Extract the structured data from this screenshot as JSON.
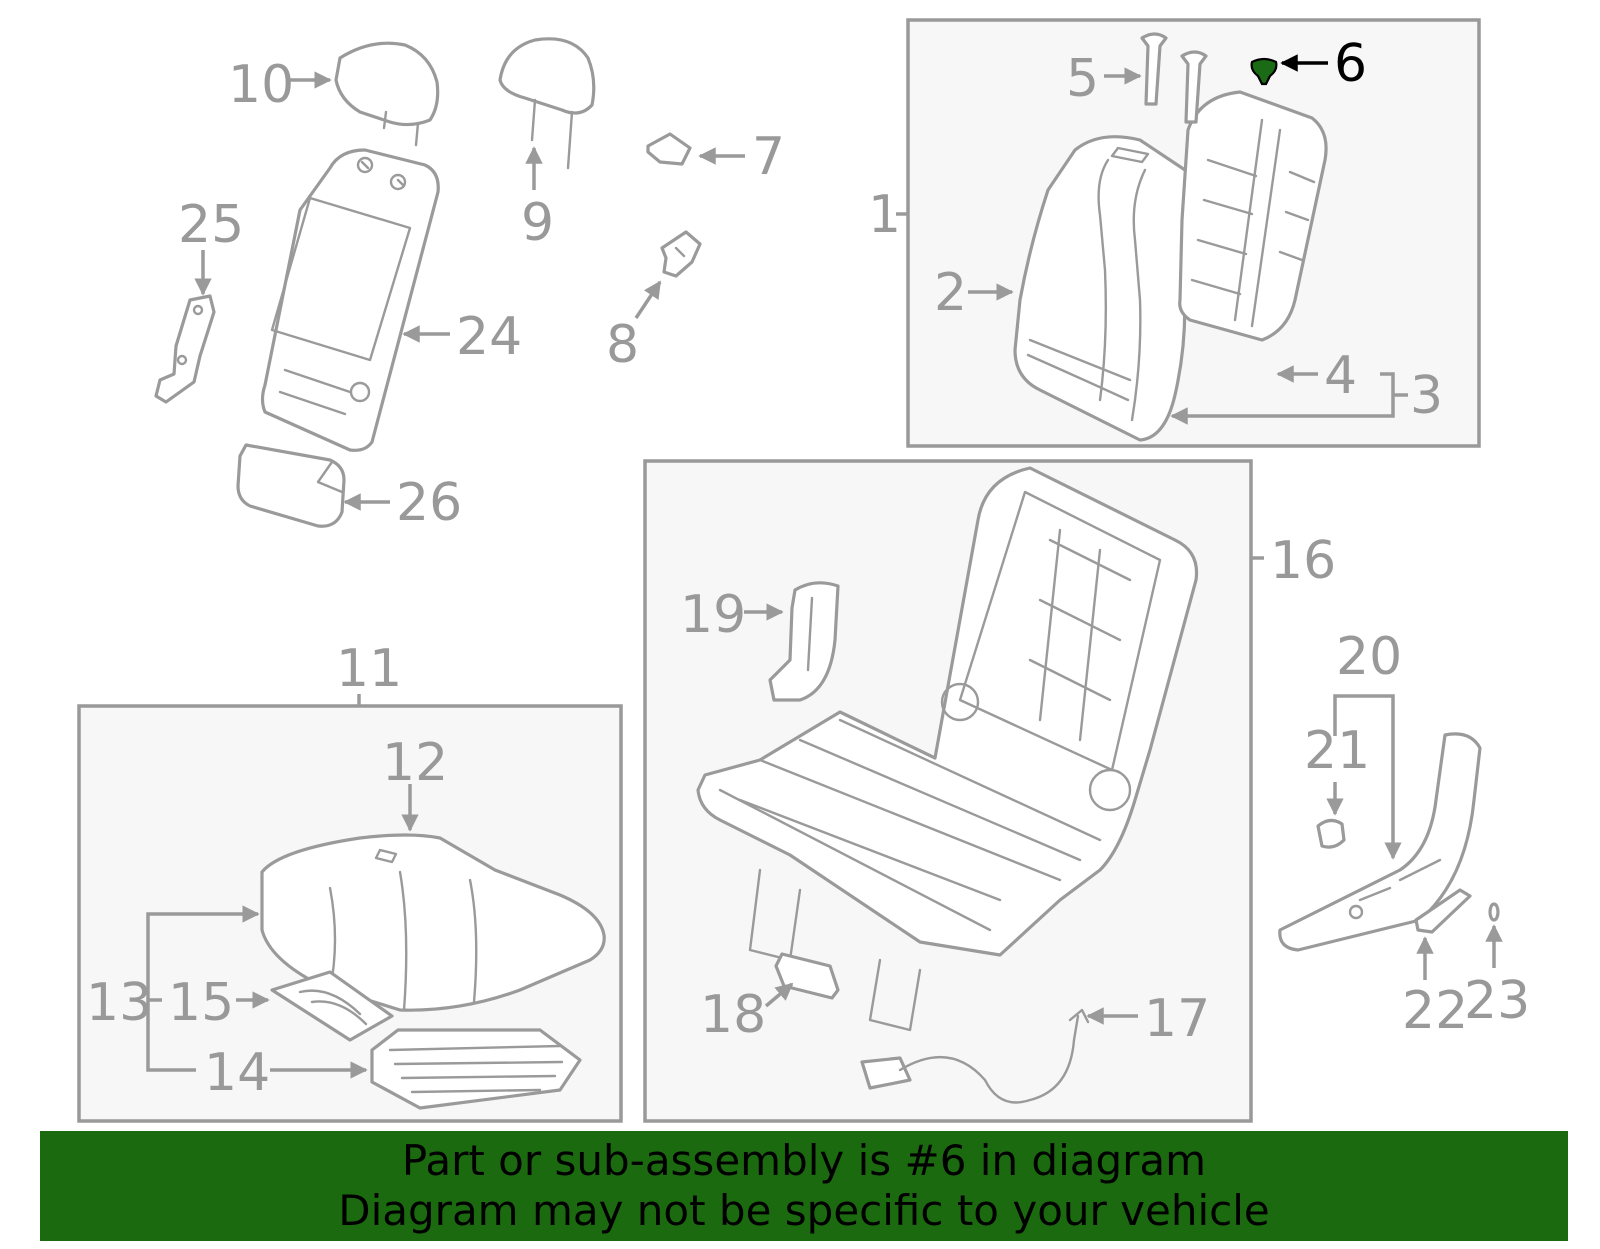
{
  "callouts": {
    "c1": "1",
    "c2": "2",
    "c3": "3",
    "c4": "4",
    "c5": "5",
    "c6": "6",
    "c7": "7",
    "c8": "8",
    "c9": "9",
    "c10": "10",
    "c11": "11",
    "c12": "12",
    "c13": "13",
    "c14": "14",
    "c15": "15",
    "c16": "16",
    "c17": "17",
    "c18": "18",
    "c19": "19",
    "c20": "20",
    "c21": "21",
    "c22": "22",
    "c23": "23",
    "c24": "24",
    "c25": "25",
    "c26": "26"
  },
  "highlighted_part": "6",
  "colors": {
    "banner_bg": "#1b6a0f",
    "highlight_part": "#1b6a15",
    "outline": "#9a9a9a",
    "box_fill": "#f7f7f7"
  },
  "banner": {
    "line1": "Part or sub-assembly is #6 in diagram",
    "line2": "Diagram may not be specific to your vehicle"
  }
}
